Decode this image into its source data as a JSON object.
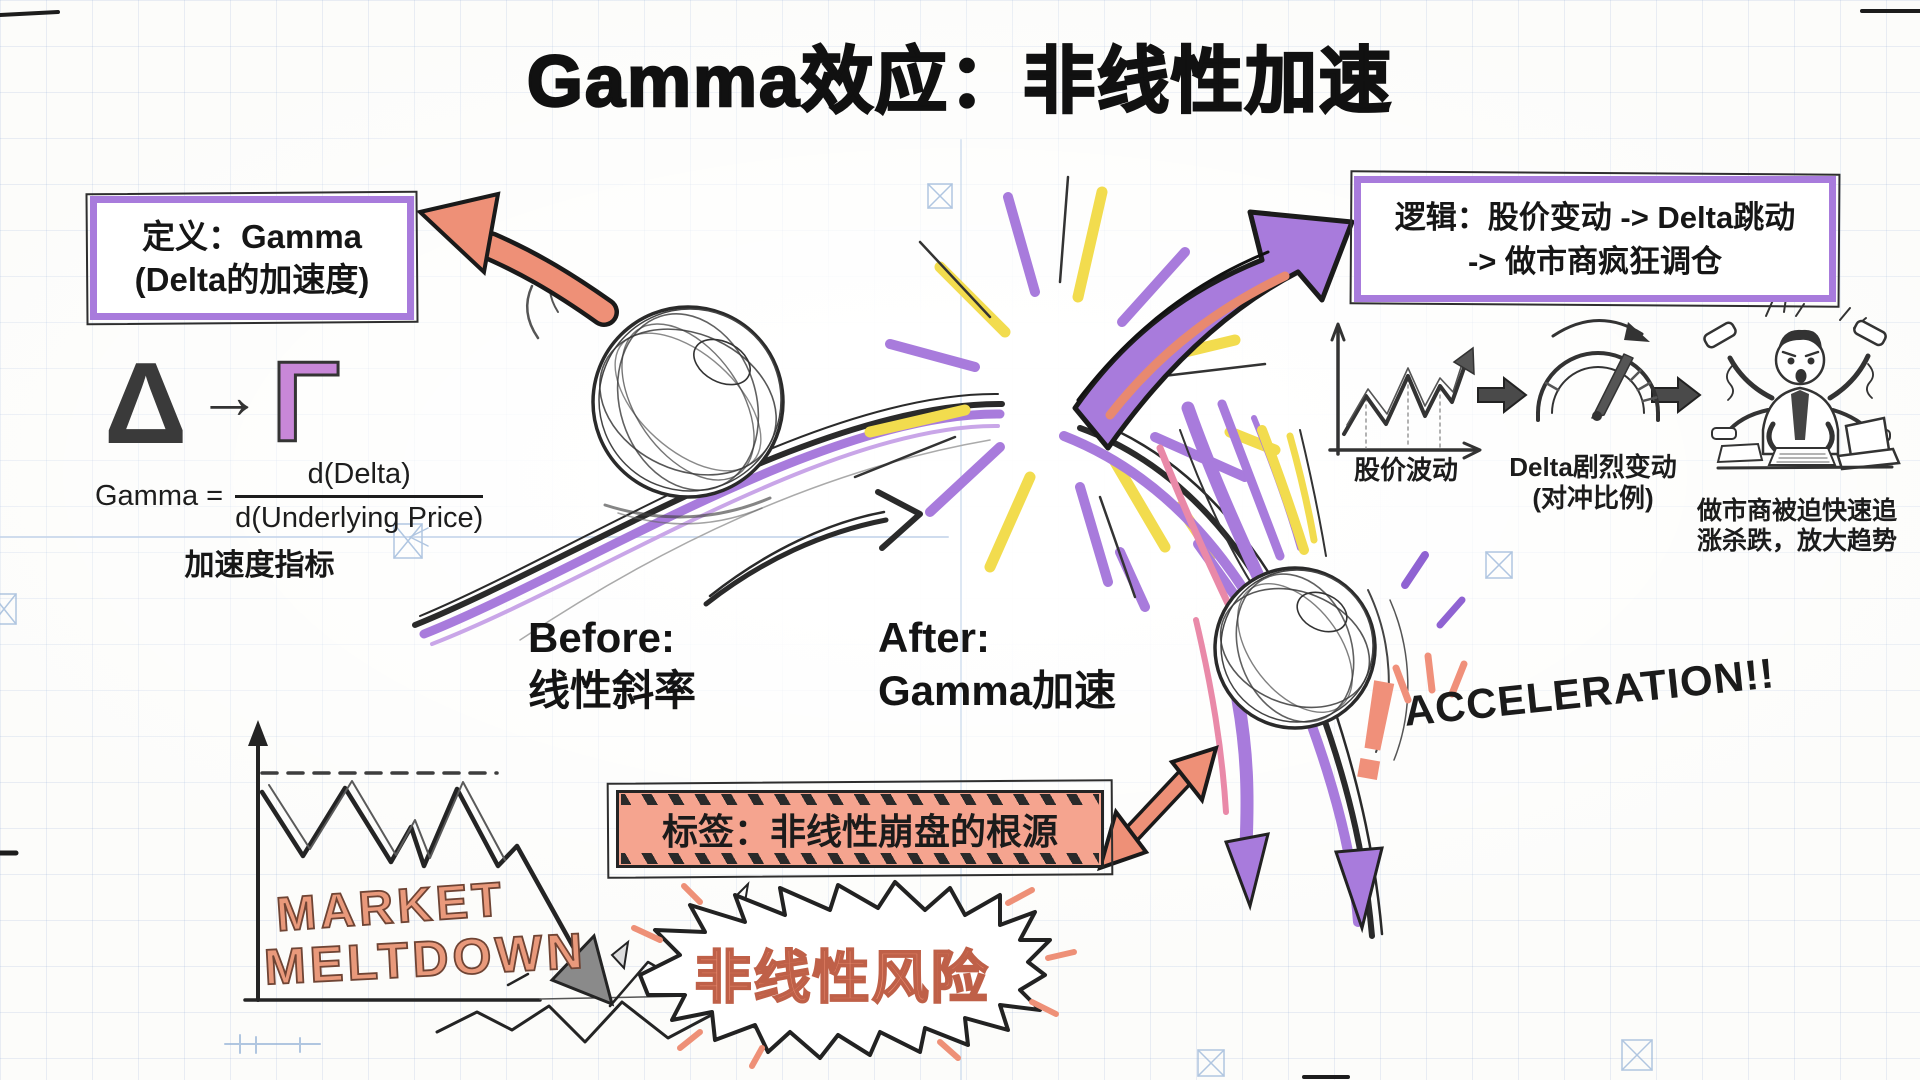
{
  "title": "Gamma效应：非线性加速",
  "definition": {
    "heading_line1": "定义：Gamma",
    "heading_line2": "(Delta的加速度)",
    "delta_symbol": "Δ",
    "transition_arrow": "→",
    "gamma_symbol": "Γ",
    "formula_lhs": "Gamma =",
    "formula_numerator": "d(Delta)",
    "formula_denominator": "d(Underlying Price)",
    "formula_caption": "加速度指标"
  },
  "logic_box": {
    "line1": "逻辑：股价变动 -> Delta跳动",
    "line2": "-> 做市商疯狂调仓"
  },
  "flow_steps": {
    "step1_label": "股价波动",
    "step2_label_line1": "Delta剧烈变动",
    "step2_label_line2": "(对冲比例)",
    "step3_label_line1": "做市商被迫快速追",
    "step3_label_line2": "涨杀跌，放大趋势"
  },
  "slope": {
    "before_line1": "Before:",
    "before_line2": "线性斜率",
    "after_line1": "After:",
    "after_line2": "Gamma加速"
  },
  "acceleration": {
    "text": "ACCELERATION!!",
    "exclamation": "!"
  },
  "tag_box": {
    "label": "标签：非线性崩盘的根源"
  },
  "meltdown": {
    "line1": "MARKET",
    "line2": "MELTDOWN"
  },
  "risk_burst": {
    "label": "非线性风险"
  },
  "colors": {
    "purple": "#a87bdc",
    "salmon": "#ee9077",
    "yellow": "#f2dc4e",
    "pink": "#e989a8",
    "ink": "#222222"
  }
}
